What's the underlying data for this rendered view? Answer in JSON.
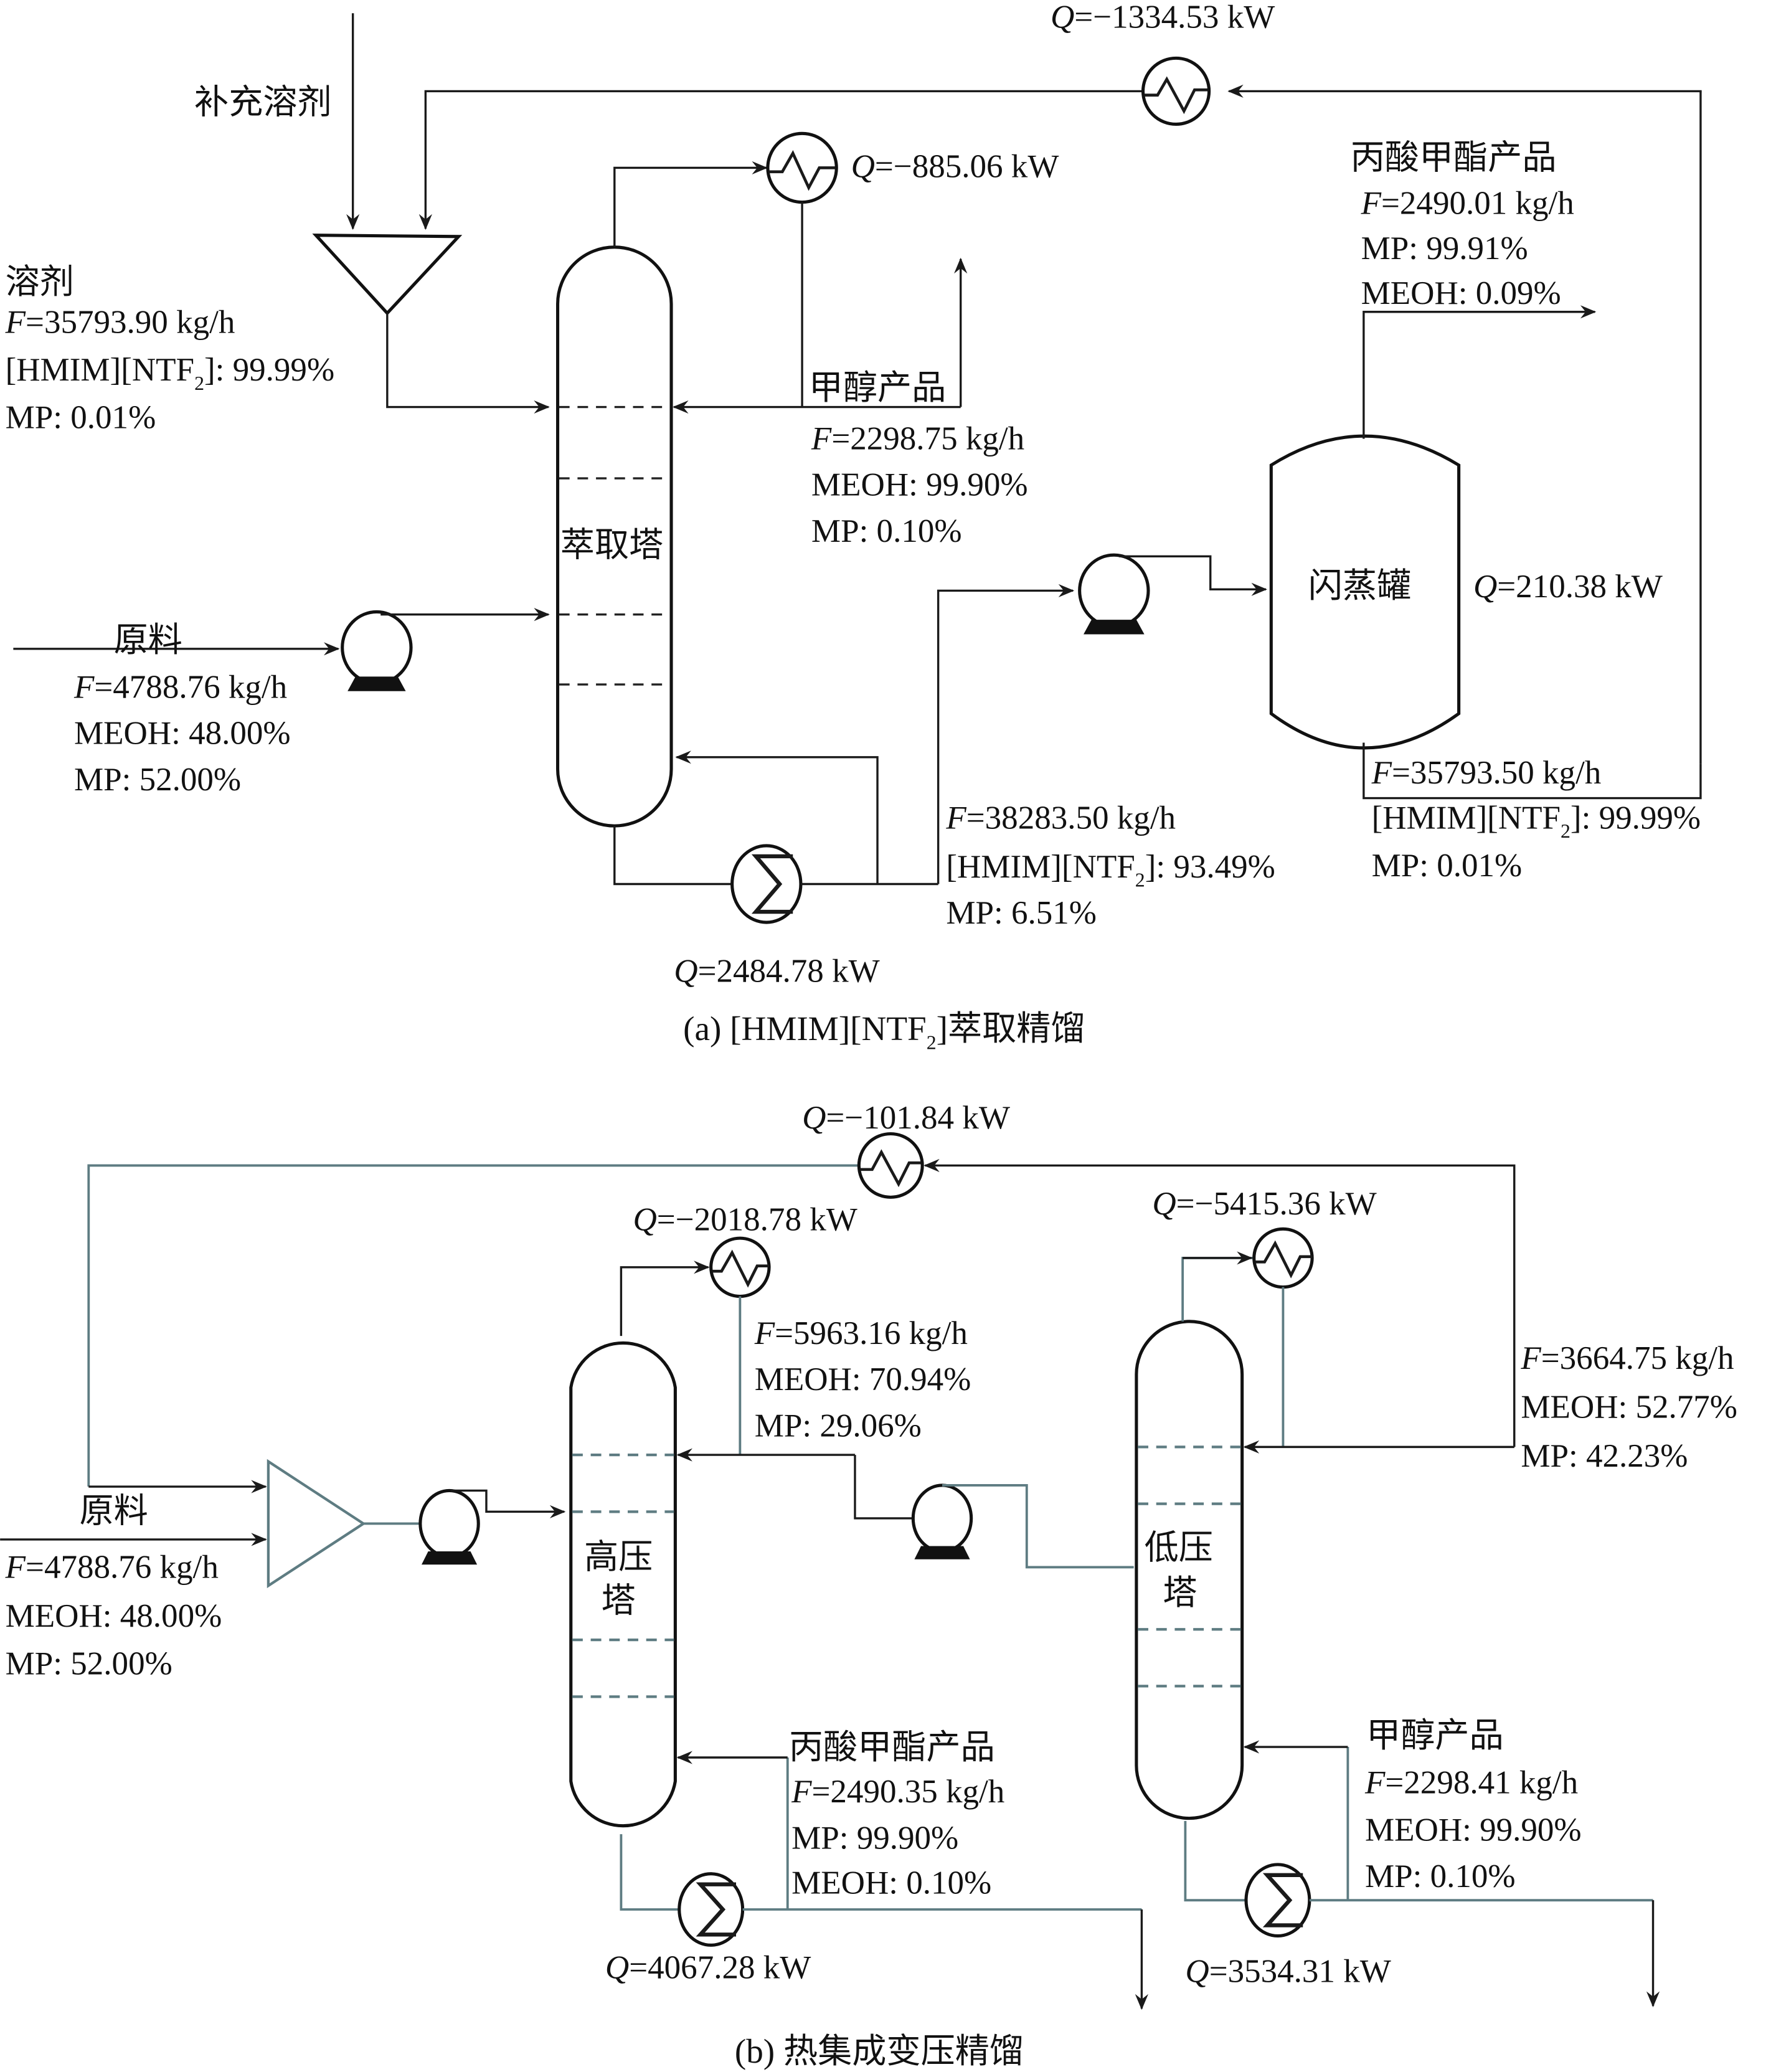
{
  "part_a": {
    "caption_prefix": "(a) [HMIM][NTF",
    "caption_sub": "2",
    "caption_suffix": "]萃取精馏",
    "makeup_solvent_label": "补充溶剂",
    "solvent": {
      "label": "溶剂",
      "F": "=35793.90 kg/h",
      "il_prefix": "[HMIM][NTF",
      "il_sub": "2",
      "il_value": "]: 99.99%",
      "mp": "MP: 0.01%"
    },
    "feed": {
      "label": "原料",
      "F": "=4788.76 kg/h",
      "meoh": "MEOH: 48.00%",
      "mp": "MP: 52.00%"
    },
    "extraction_column_label": "萃取塔",
    "condenser_q": "=−885.06 kW",
    "recycle_cooler_q": "=−1334.53 kW",
    "reboiler_q": "=2484.78 kW",
    "methanol_product": {
      "label": "甲醇产品",
      "F": "=2298.75 kg/h",
      "meoh": "MEOH: 99.90%",
      "mp": "MP: 0.10%"
    },
    "bottoms": {
      "F": "=38283.50 kg/h",
      "il_prefix": "[HMIM][NTF",
      "il_sub": "2",
      "il_value": "]: 93.49%",
      "mp": "MP: 6.51%"
    },
    "flash_tank_label": "闪蒸罐",
    "flash_q": "=210.38 kW",
    "mp_product": {
      "label": "丙酸甲酯产品",
      "F": "=2490.01 kg/h",
      "mp": "MP: 99.91%",
      "meoh": "MEOH: 0.09%"
    },
    "flash_bottoms": {
      "F": "=35793.50 kg/h",
      "il_prefix": "[HMIM][NTF",
      "il_sub": "2",
      "il_value": "]: 99.99%",
      "mp": "MP: 0.01%"
    }
  },
  "part_b": {
    "caption": "(b) 热集成变压精馏",
    "feed": {
      "label": "原料",
      "F": "=4788.76 kg/h",
      "meoh": "MEOH: 48.00%",
      "mp": "MP: 52.00%"
    },
    "recycle_cooler_q": "=−101.84 kW",
    "hp_condenser_q": "=−2018.78 kW",
    "lp_condenser_q": "=−5415.36 kW",
    "hp_column_label_1": "高压",
    "hp_column_label_2": "塔",
    "lp_column_label_1": "低压",
    "lp_column_label_2": "塔",
    "hp_distillate": {
      "F": "=5963.16 kg/h",
      "meoh": "MEOH: 70.94%",
      "mp": "MP: 29.06%"
    },
    "lp_distillate": {
      "F": "=3664.75 kg/h",
      "meoh": "MEOH: 52.77%",
      "mp": "MP: 42.23%"
    },
    "mp_product": {
      "label": "丙酸甲酯产品",
      "F": "=2490.35 kg/h",
      "mp": "MP: 99.90%",
      "meoh": "MEOH: 0.10%"
    },
    "methanol_product": {
      "label": "甲醇产品",
      "F": "=2298.41 kg/h",
      "meoh": "MEOH: 99.90%",
      "mp": "MP: 0.10%"
    },
    "hp_reboiler_q": "=4067.28 kW",
    "lp_reboiler_q": "=3534.31 kW"
  },
  "symbols": {
    "flow": "F",
    "heat": "Q"
  }
}
